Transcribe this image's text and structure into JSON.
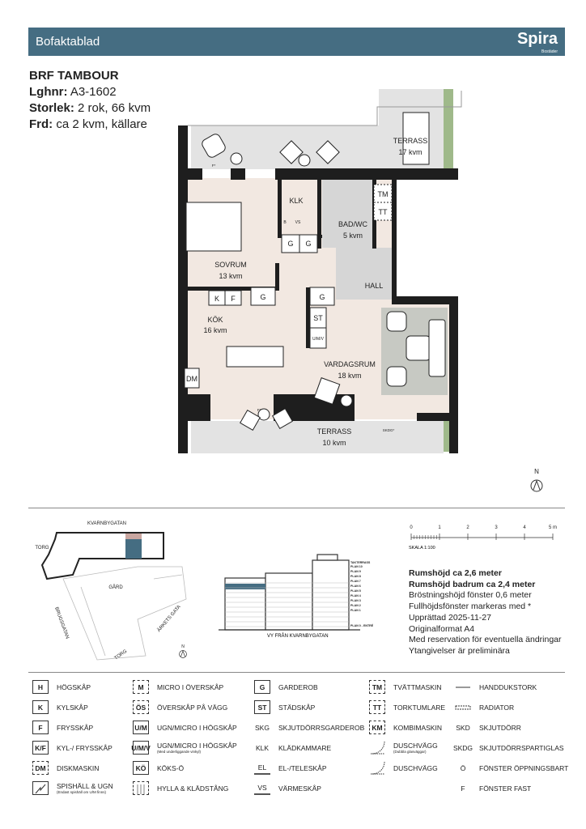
{
  "header": {
    "title": "Bofaktablad",
    "logo": "Spira",
    "logo_sub": "Bostäder",
    "color": "#456d82"
  },
  "info": {
    "brf": "BRF TAMBOUR",
    "lghnr_label": "Lghnr:",
    "lghnr": "A3-1602",
    "storlek_label": "Storlek:",
    "storlek": "2 rok, 66 kvm",
    "frd_label": "Frd:",
    "frd": "ca 2 kvm, källare"
  },
  "plan": {
    "terrass_top": {
      "name": "TERRASS",
      "area": "17 kvm"
    },
    "klk": "KLK",
    "tm": "TM",
    "tt": "TT",
    "bad": {
      "name": "BAD/WC",
      "area": "5 kvm"
    },
    "g": "G",
    "sovrum": {
      "name": "SOVRUM",
      "area": "13 kvm"
    },
    "hall": "HALL",
    "k": "K",
    "f": "F",
    "kok": {
      "name": "KÖK",
      "area": "16 kvm"
    },
    "st": "ST",
    "umv": "U/M/V",
    "dm": "DM",
    "b": "B",
    "vs": "VS",
    "vardagsrum": {
      "name": "VARDAGSRUM",
      "area": "18 kvm"
    },
    "terrass_bottom": {
      "name": "TERRASS",
      "area": "10 kvm"
    },
    "skdg": "SKDG*",
    "fstar": "F*",
    "north": "N",
    "colors": {
      "room": "#f2e8e1",
      "terrace": "#e3e3e3",
      "tile": "#d6d6d6",
      "green": "#9fb98a",
      "rug": "#c7c9c3"
    }
  },
  "site": {
    "kvarnbygatan": "KVARNBYGATAN",
    "torg1": "TORG",
    "gard": "GÅRD",
    "brugsgatan": "BRUGSGATAN",
    "arkets_gata": "ÄRKETS GATA",
    "torg2": "TORG",
    "north": "N",
    "highlight": "#456d82",
    "balcony": "#c9a6a0"
  },
  "elevation": {
    "caption": "VY FRÅN KVARNBYGATAN",
    "levels": [
      "TAKTERRASS",
      "PLAN 10",
      "PLAN 9",
      "PLAN 8",
      "PLAN 7",
      "PLAN 6",
      "PLAN 5",
      "PLAN 4",
      "PLAN 3",
      "PLAN 2",
      "PLAN 1",
      "PLAN 0 - ENTRÉ"
    ]
  },
  "scale": {
    "ticks": [
      "0",
      "1",
      "2",
      "3",
      "4",
      "5 m"
    ],
    "label": "SKALA 1:100"
  },
  "notes": {
    "bold": [
      "Rumshöjd ca 2,6 meter",
      "Rumshöjd badrum ca 2,4 meter"
    ],
    "normal": [
      "Bröstningshöjd fönster 0,6 meter",
      "Fullhöjdsfönster markeras med *",
      "Upprättad 2025-11-27",
      "Originalformat A4",
      "Med reservation för eventuella ändringar",
      "Ytangivelser är preliminära"
    ]
  },
  "legend": [
    [
      {
        "code": "H",
        "label": "HÖGSKÅP",
        "style": "solid"
      },
      {
        "code": "K",
        "label": "KYLSKÅP",
        "style": "solid"
      },
      {
        "code": "F",
        "label": "FRYSSKÅP",
        "style": "solid"
      },
      {
        "code": "K/F",
        "label": "KYL-/ FRYSSKÅP",
        "style": "solid"
      },
      {
        "code": "DM",
        "label": "DISKMASKIN",
        "style": "dash"
      },
      {
        "code": "",
        "label": "SPISHÄLL & UGN",
        "note": "(Endast spishäll om U/M finns)",
        "style": "solid",
        "icon": "stove"
      }
    ],
    [
      {
        "code": "M",
        "label": "MICRO I ÖVERSKÅP",
        "style": "dash"
      },
      {
        "code": "ÖS",
        "label": "ÖVERSKÅP PÅ VÄGG",
        "style": "dash"
      },
      {
        "code": "U/M",
        "label": "UGN/MICRO I HÖGSKÅP",
        "style": "solid"
      },
      {
        "code": "U/M/V",
        "label": "UGN/MICRO I HÖGSKÅP",
        "note": "(Med underliggande vinkyl)",
        "style": "solid"
      },
      {
        "code": "KÖ",
        "label": "KÖKS-Ö",
        "style": "solid"
      },
      {
        "code": "",
        "label": "HYLLA & KLÄDSTÅNG",
        "style": "dash",
        "icon": "shelf"
      }
    ],
    [
      {
        "code": "G",
        "label": "GARDEROB",
        "style": "solid"
      },
      {
        "code": "ST",
        "label": "STÄDSKÅP",
        "style": "solid"
      },
      {
        "code": "SKG",
        "label": "SKJUTDÖRRSGARDEROB",
        "style": "plain"
      },
      {
        "code": "KLK",
        "label": "KLÄDKAMMARE",
        "style": "plain"
      },
      {
        "code": "EL",
        "label": "EL-/TELESKÅP",
        "style": "plain",
        "icon": "el"
      },
      {
        "code": "VS",
        "label": "VÄRMESKÅP",
        "style": "plain",
        "icon": "vs"
      }
    ],
    [
      {
        "code": "TM",
        "label": "TVÄTTMASKIN",
        "style": "dash"
      },
      {
        "code": "TT",
        "label": "TORKTUMLARE",
        "style": "dash"
      },
      {
        "code": "KM",
        "label": "KOMBIMASKIN",
        "style": "dash"
      },
      {
        "code": "",
        "label": "DUSCHVÄGG",
        "note": "(Dubbla glasväggar)",
        "style": "plain",
        "icon": "shower2"
      },
      {
        "code": "",
        "label": "DUSCHVÄGG",
        "style": "plain",
        "icon": "shower"
      }
    ],
    [
      {
        "code": "",
        "label": "HANDDUKSTORK",
        "style": "plain",
        "icon": "towel"
      },
      {
        "code": "",
        "label": "RADIATOR",
        "style": "plain",
        "icon": "radiator"
      },
      {
        "code": "SKD",
        "label": "SKJUTDÖRR",
        "style": "plain"
      },
      {
        "code": "SKDG",
        "label": "SKJUTDÖRRSPARTIGLAS",
        "style": "plain"
      },
      {
        "code": "Ö",
        "label": "FÖNSTER ÖPPNINGSBART",
        "style": "plain",
        "icon": "window"
      },
      {
        "code": "F",
        "label": "FÖNSTER FAST",
        "style": "plain",
        "icon": "window"
      }
    ]
  ]
}
